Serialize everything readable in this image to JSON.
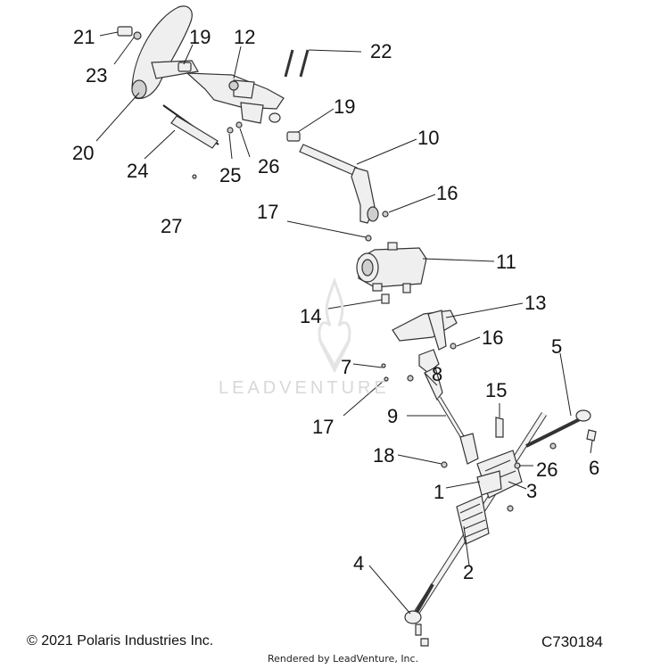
{
  "callouts": {
    "c1": "1",
    "c2": "2",
    "c3": "3",
    "c4": "4",
    "c5": "5",
    "c6": "6",
    "c7": "7",
    "c8": "8",
    "c9": "9",
    "c10": "10",
    "c11": "11",
    "c12": "12",
    "c13": "13",
    "c14": "14",
    "c15": "15",
    "c16a": "16",
    "c16b": "16",
    "c17a": "17",
    "c17b": "17",
    "c18": "18",
    "c19a": "19",
    "c19b": "19",
    "c20": "20",
    "c21": "21",
    "c22": "22",
    "c23": "23",
    "c24": "24",
    "c25": "25",
    "c26a": "26",
    "c26b": "26",
    "c27": "27"
  },
  "footer": {
    "copyright": "© 2021 Polaris Industries Inc.",
    "diagram_code": "C730184",
    "rendered_by": "Rendered by LeadVenture, Inc."
  },
  "watermark": {
    "text": "LEADVENTURE"
  }
}
